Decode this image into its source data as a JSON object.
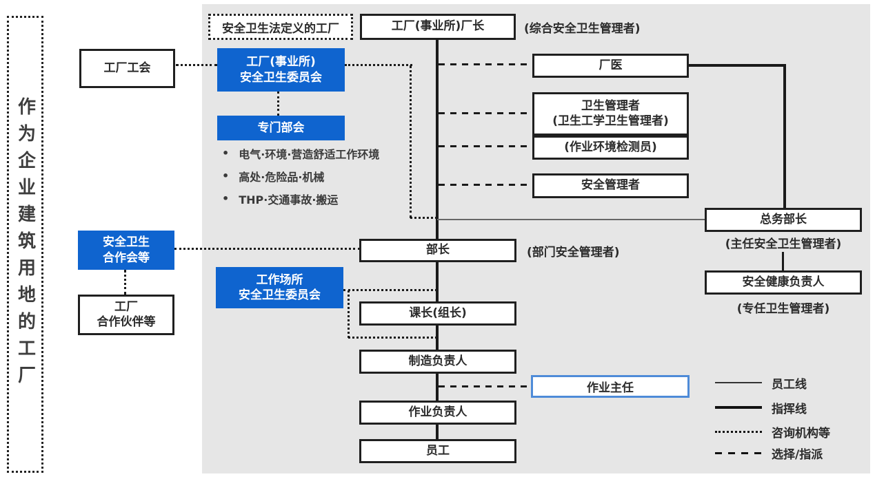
{
  "diagram": {
    "site_box": "作为企业建筑用地的工厂",
    "legal_factory_box": "安全卫生法定义的工厂",
    "nodes": {
      "factory_union": "工厂工会",
      "plant_manager": "工厂(事业所)厂长",
      "plant_manager_caption": "(综合安全卫生管理者)",
      "factory_committee": "工厂(事业所)\n安全卫生委员会",
      "special_subcommittee": "专门部会",
      "plant_doctor": "厂医",
      "hygiene_manager": "卫生管理者\n(卫生工学卫生管理者)",
      "env_inspector": "(作业环境检测员)",
      "safety_manager": "安全管理者",
      "general_affairs_director": "总务部长",
      "general_affairs_caption": "(主任安全卫生管理者)",
      "safety_health_officer": "安全健康负责人",
      "safety_health_caption": "(专任卫生管理者)",
      "department_director": "部长",
      "department_director_caption": "(部门安全管理者)",
      "safety_coop_council": "安全卫生\n合作会等",
      "factory_partners": "工厂\n合作伙伴等",
      "workplace_committee": "工作场所\n安全卫生委员会",
      "section_chief": "课长(组长)",
      "manufacturing_lead": "制造负责人",
      "operation_chief": "作业主任",
      "operation_lead": "作业负责人",
      "employee": "员工"
    },
    "subcommittee_items": {
      "bullet": "•",
      "items": [
        "电气·环境·营造舒适工作环境",
        "高处·危险品·机械",
        "THP·交通事故·搬运"
      ]
    },
    "legend": {
      "employee_line": "员工线",
      "command_line": "指挥线",
      "advisory_line": "咨询机构等",
      "selection_line": "选择/指派"
    },
    "colors": {
      "accent_blue": "#0f64cf",
      "panel_gray": "#e6e6e6",
      "highlight_blue_border": "#4e8bd8",
      "line_black": "#1a1a1a",
      "thin_line_gray": "#666666"
    }
  }
}
